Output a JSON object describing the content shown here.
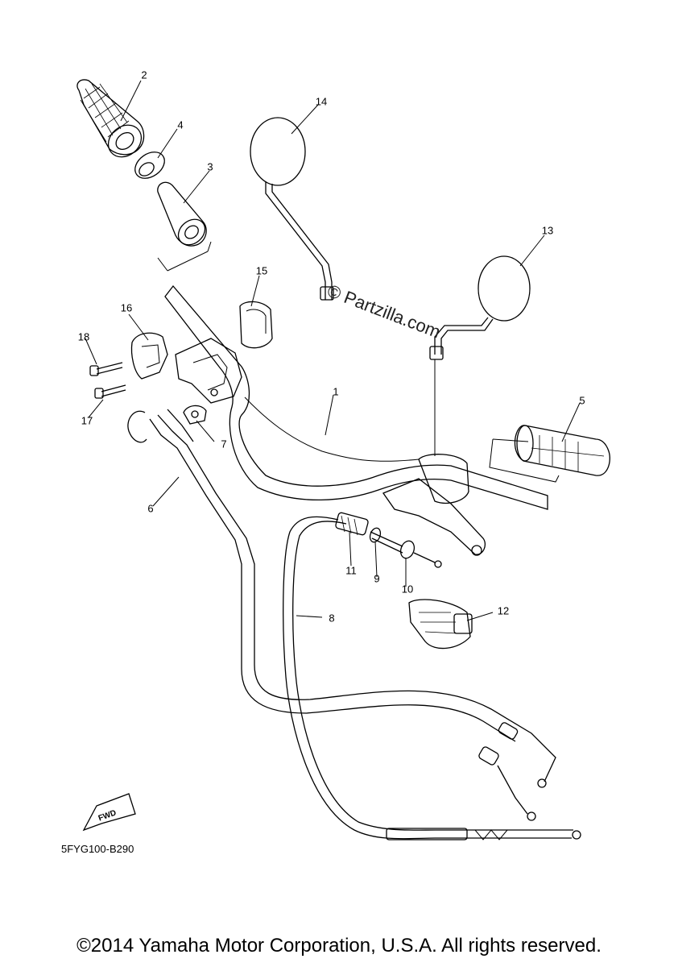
{
  "diagram": {
    "part_numbers": [
      "1",
      "2",
      "3",
      "4",
      "5",
      "6",
      "7",
      "8",
      "9",
      "10",
      "11",
      "12",
      "13",
      "14",
      "15",
      "16",
      "17",
      "18"
    ],
    "diagram_code": "5FYG100-B290",
    "fwd_label": "FWD",
    "watermark": "© Partzilla.com",
    "copyright": "©2014 Yamaha Motor Corporation, U.S.A. All rights reserved."
  }
}
